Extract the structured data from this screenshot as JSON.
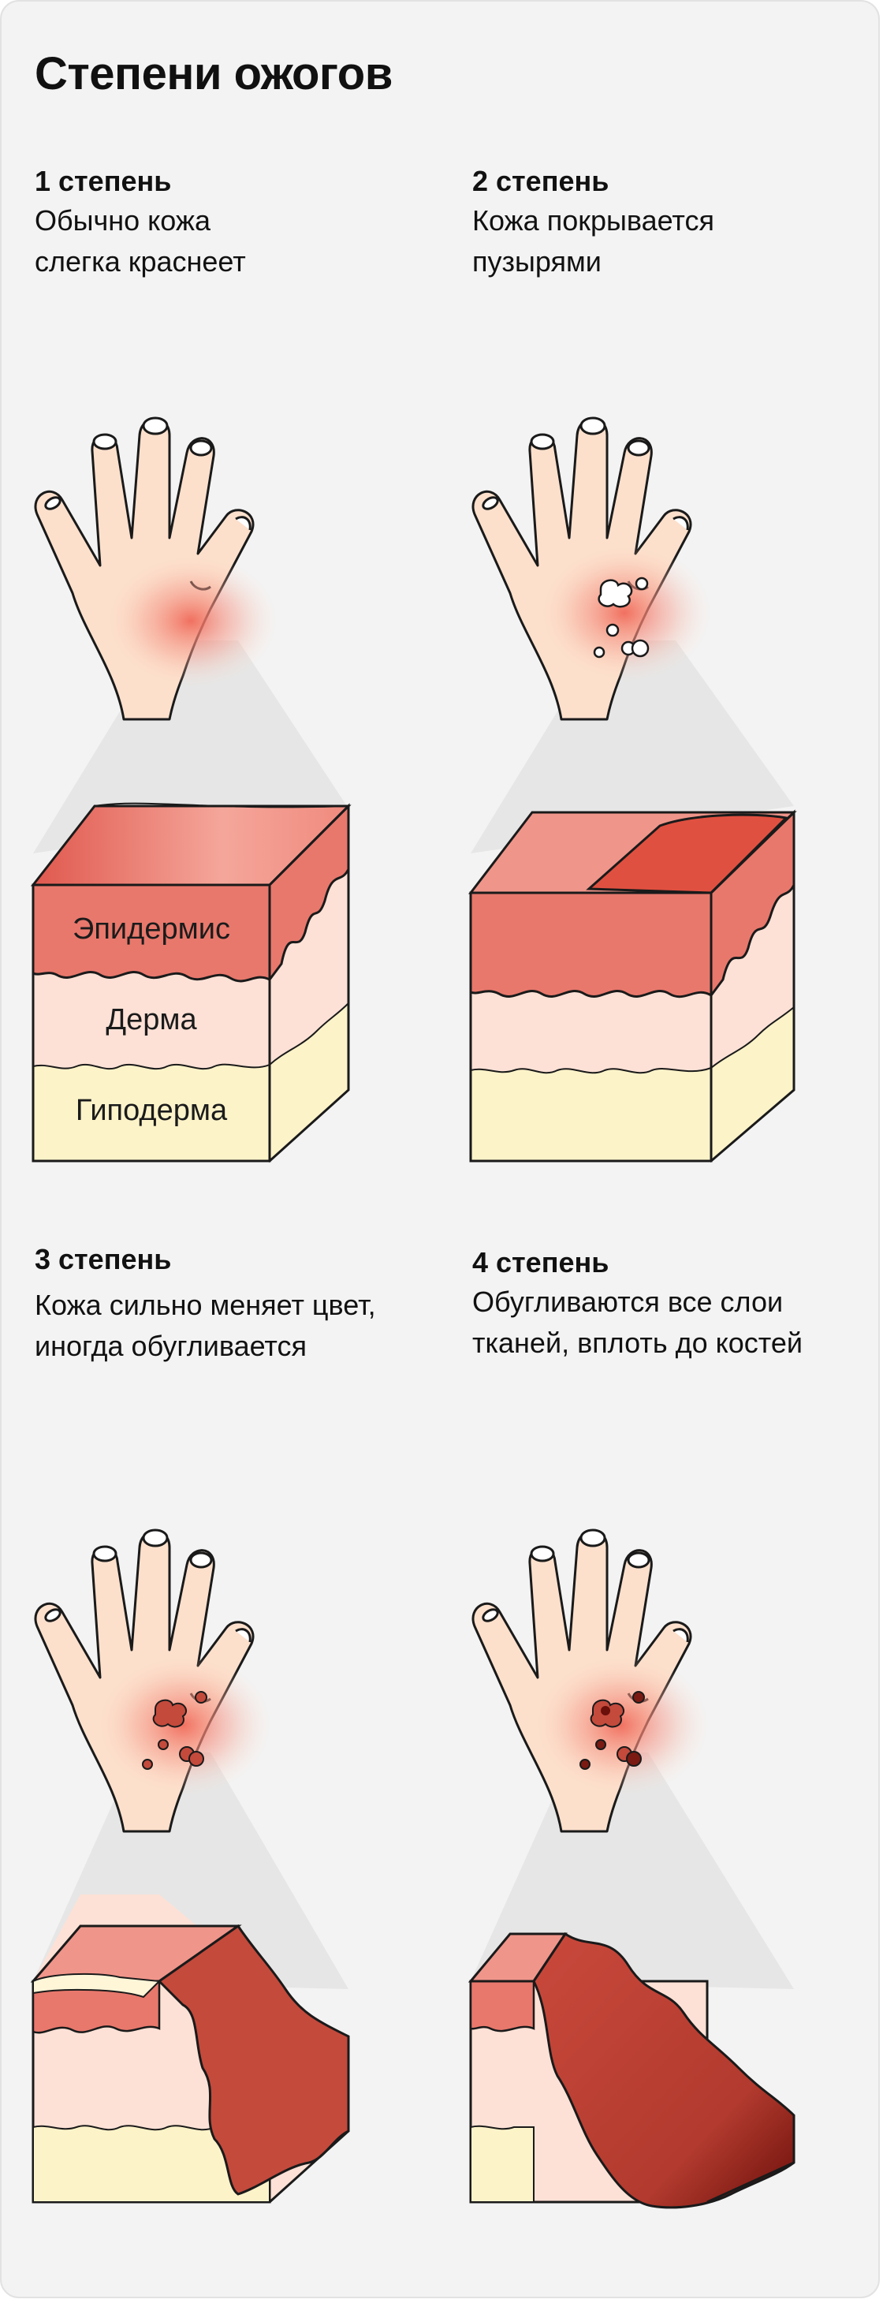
{
  "page": {
    "title": "Степени ожогов"
  },
  "degrees": [
    {
      "label": "1 степень",
      "description": "Обычно кожа\nслегка краснеет"
    },
    {
      "label": "2 степень",
      "description": "Кожа покрывается\nпузырями"
    },
    {
      "label": "3 степень",
      "description": "Кожа сильно меняет цвет,\nиногда обугливается"
    },
    {
      "label": "4 степень",
      "description": "Обугливаются все слои\nтканей, вплоть до костей"
    }
  ],
  "layers": {
    "epidermis": "Эпидермис",
    "dermis": "Дерма",
    "hypodermis": "Гиподерма"
  },
  "colors": {
    "background": "#f3f3f3",
    "skin": "#fce0cc",
    "redness": "#f07a6a",
    "epidermis": "#e8786c",
    "dermis": "#fde1d6",
    "hypodermis": "#fdf3c9",
    "burn": "#c44a3c",
    "char": "#7a1a12"
  }
}
